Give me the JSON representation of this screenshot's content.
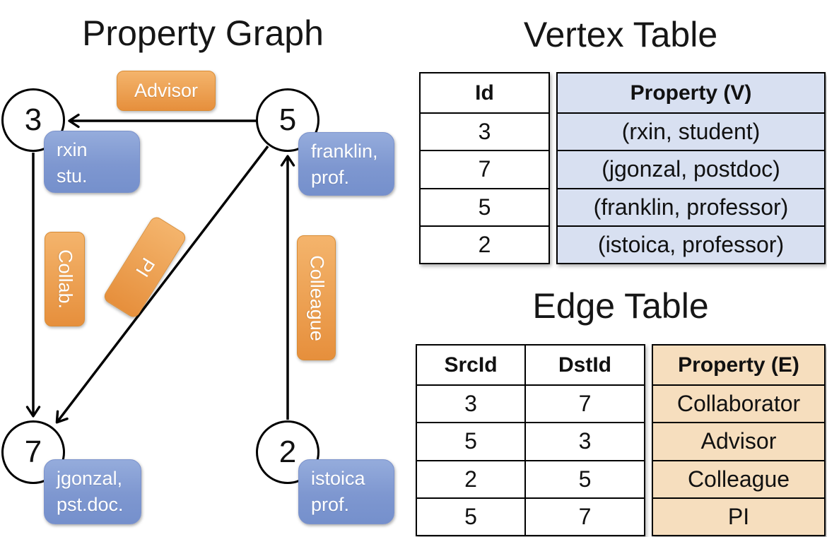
{
  "graph": {
    "title": "Property Graph",
    "nodes": [
      {
        "id": "3",
        "label_lines": [
          "rxin",
          "stu."
        ]
      },
      {
        "id": "5",
        "label_lines": [
          "franklin,",
          "prof."
        ]
      },
      {
        "id": "7",
        "label_lines": [
          "jgonzal,",
          "pst.doc."
        ]
      },
      {
        "id": "2",
        "label_lines": [
          "istoica",
          "prof."
        ]
      }
    ],
    "edges": [
      {
        "from": "5",
        "to": "3",
        "label": "Advisor"
      },
      {
        "from": "3",
        "to": "7",
        "label": "Collab."
      },
      {
        "from": "5",
        "to": "7",
        "label": "PI"
      },
      {
        "from": "2",
        "to": "5",
        "label": "Colleague"
      }
    ]
  },
  "vertex_table": {
    "title": "Vertex Table",
    "columns": [
      "Id",
      "Property (V)"
    ],
    "rows": [
      [
        "3",
        "(rxin, student)"
      ],
      [
        "7",
        "(jgonzal, postdoc)"
      ],
      [
        "5",
        "(franklin, professor)"
      ],
      [
        "2",
        "(istoica, professor)"
      ]
    ]
  },
  "edge_table": {
    "title": "Edge Table",
    "columns": [
      "SrcId",
      "DstId",
      "Property (E)"
    ],
    "rows": [
      [
        "3",
        "7",
        "Collaborator"
      ],
      [
        "5",
        "3",
        "Advisor"
      ],
      [
        "2",
        "5",
        "Colleague"
      ],
      [
        "5",
        "7",
        "PI"
      ]
    ]
  },
  "colors": {
    "vertex_property_fill": "#d8e0f1",
    "edge_property_fill": "#f6debe",
    "edge_label_orange": "#eea254",
    "node_property_blue": "#8099d2",
    "line_black": "#000000"
  }
}
